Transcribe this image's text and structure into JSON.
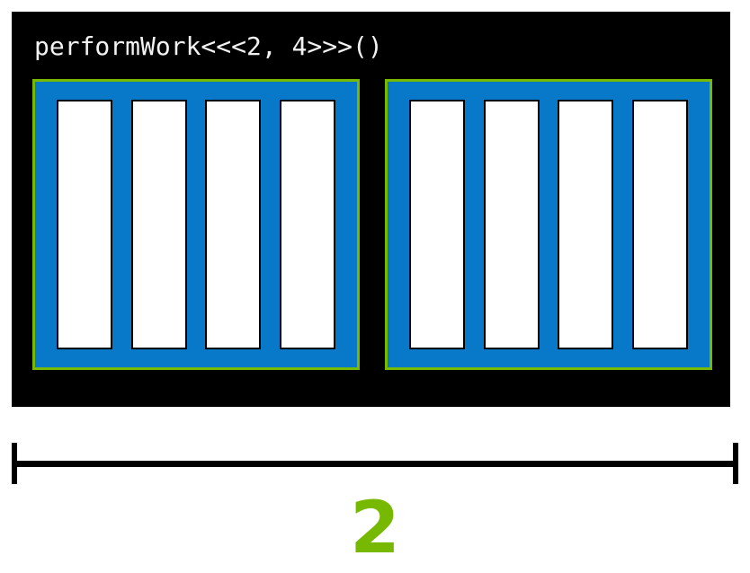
{
  "diagram": {
    "title": "performWork<<<2, 4>>>()",
    "kernel_name": "performWork",
    "colors": {
      "background": "#ffffff",
      "stage": "#000000",
      "block_fill": "#0878c8",
      "block_border": "#76b900",
      "thread_fill": "#ffffff",
      "thread_border": "#000000",
      "accent_green": "#76b900",
      "label_text": "#f2f2f2",
      "bracket": "#000000"
    },
    "blocks": [
      {
        "name": "block-0",
        "threads": [
          {
            "name": "thread-0"
          },
          {
            "name": "thread-1"
          },
          {
            "name": "thread-2"
          },
          {
            "name": "thread-3"
          }
        ]
      },
      {
        "name": "block-1",
        "threads": [
          {
            "name": "thread-0"
          },
          {
            "name": "thread-1"
          },
          {
            "name": "thread-2"
          },
          {
            "name": "thread-3"
          }
        ]
      }
    ],
    "measurement": {
      "value": "2",
      "spans": "all-blocks"
    }
  }
}
